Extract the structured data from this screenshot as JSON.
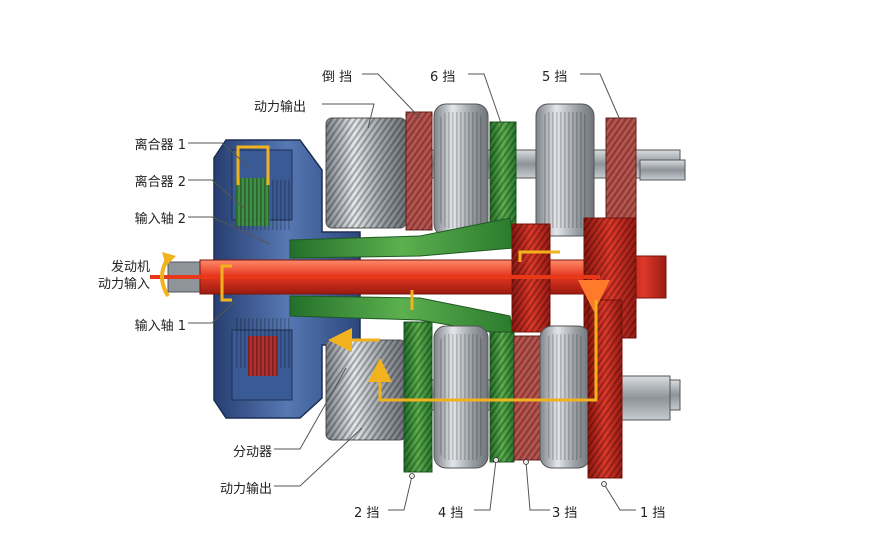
{
  "labels": {
    "clutch1": "离合器 1",
    "clutch2": "离合器 2",
    "input_shaft2": "输入轴 2",
    "engine_input_line1": "发动机",
    "engine_input_line2": "动力输入",
    "input_shaft1": "输入轴 1",
    "power_output_top": "动力输出",
    "reverse_gear": "倒 挡",
    "gear6": "6 挡",
    "gear5": "5 挡",
    "transfer": "分动器",
    "power_output_bottom": "动力输出",
    "gear2": "2 挡",
    "gear4": "4 挡",
    "gear3": "3 挡",
    "gear1": "1 挡"
  },
  "colors": {
    "flow_red": "#e03020",
    "flow_yellow": "#f2b21e",
    "odd_gear_red": "#c8281e",
    "even_gear_green": "#3f9a3a",
    "housing_blue": "#3d5f9a",
    "steel_gray": "#9aa0a6"
  }
}
